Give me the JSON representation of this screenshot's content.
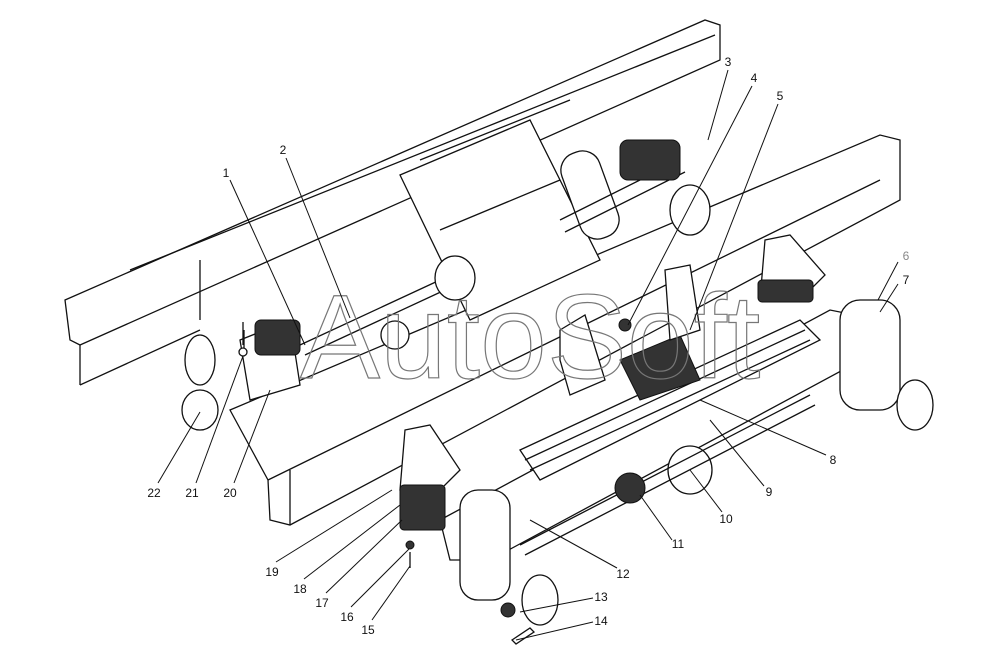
{
  "watermark": "AutoSoft",
  "labels": [
    "1",
    "2",
    "3",
    "4",
    "5",
    "6",
    "7",
    "8",
    "9",
    "10",
    "11",
    "12",
    "13",
    "14",
    "15",
    "16",
    "17",
    "18",
    "19",
    "20",
    "21",
    "22"
  ],
  "colors": {
    "line": "#111111",
    "muted_label": "#888888",
    "watermark": "#777777"
  }
}
